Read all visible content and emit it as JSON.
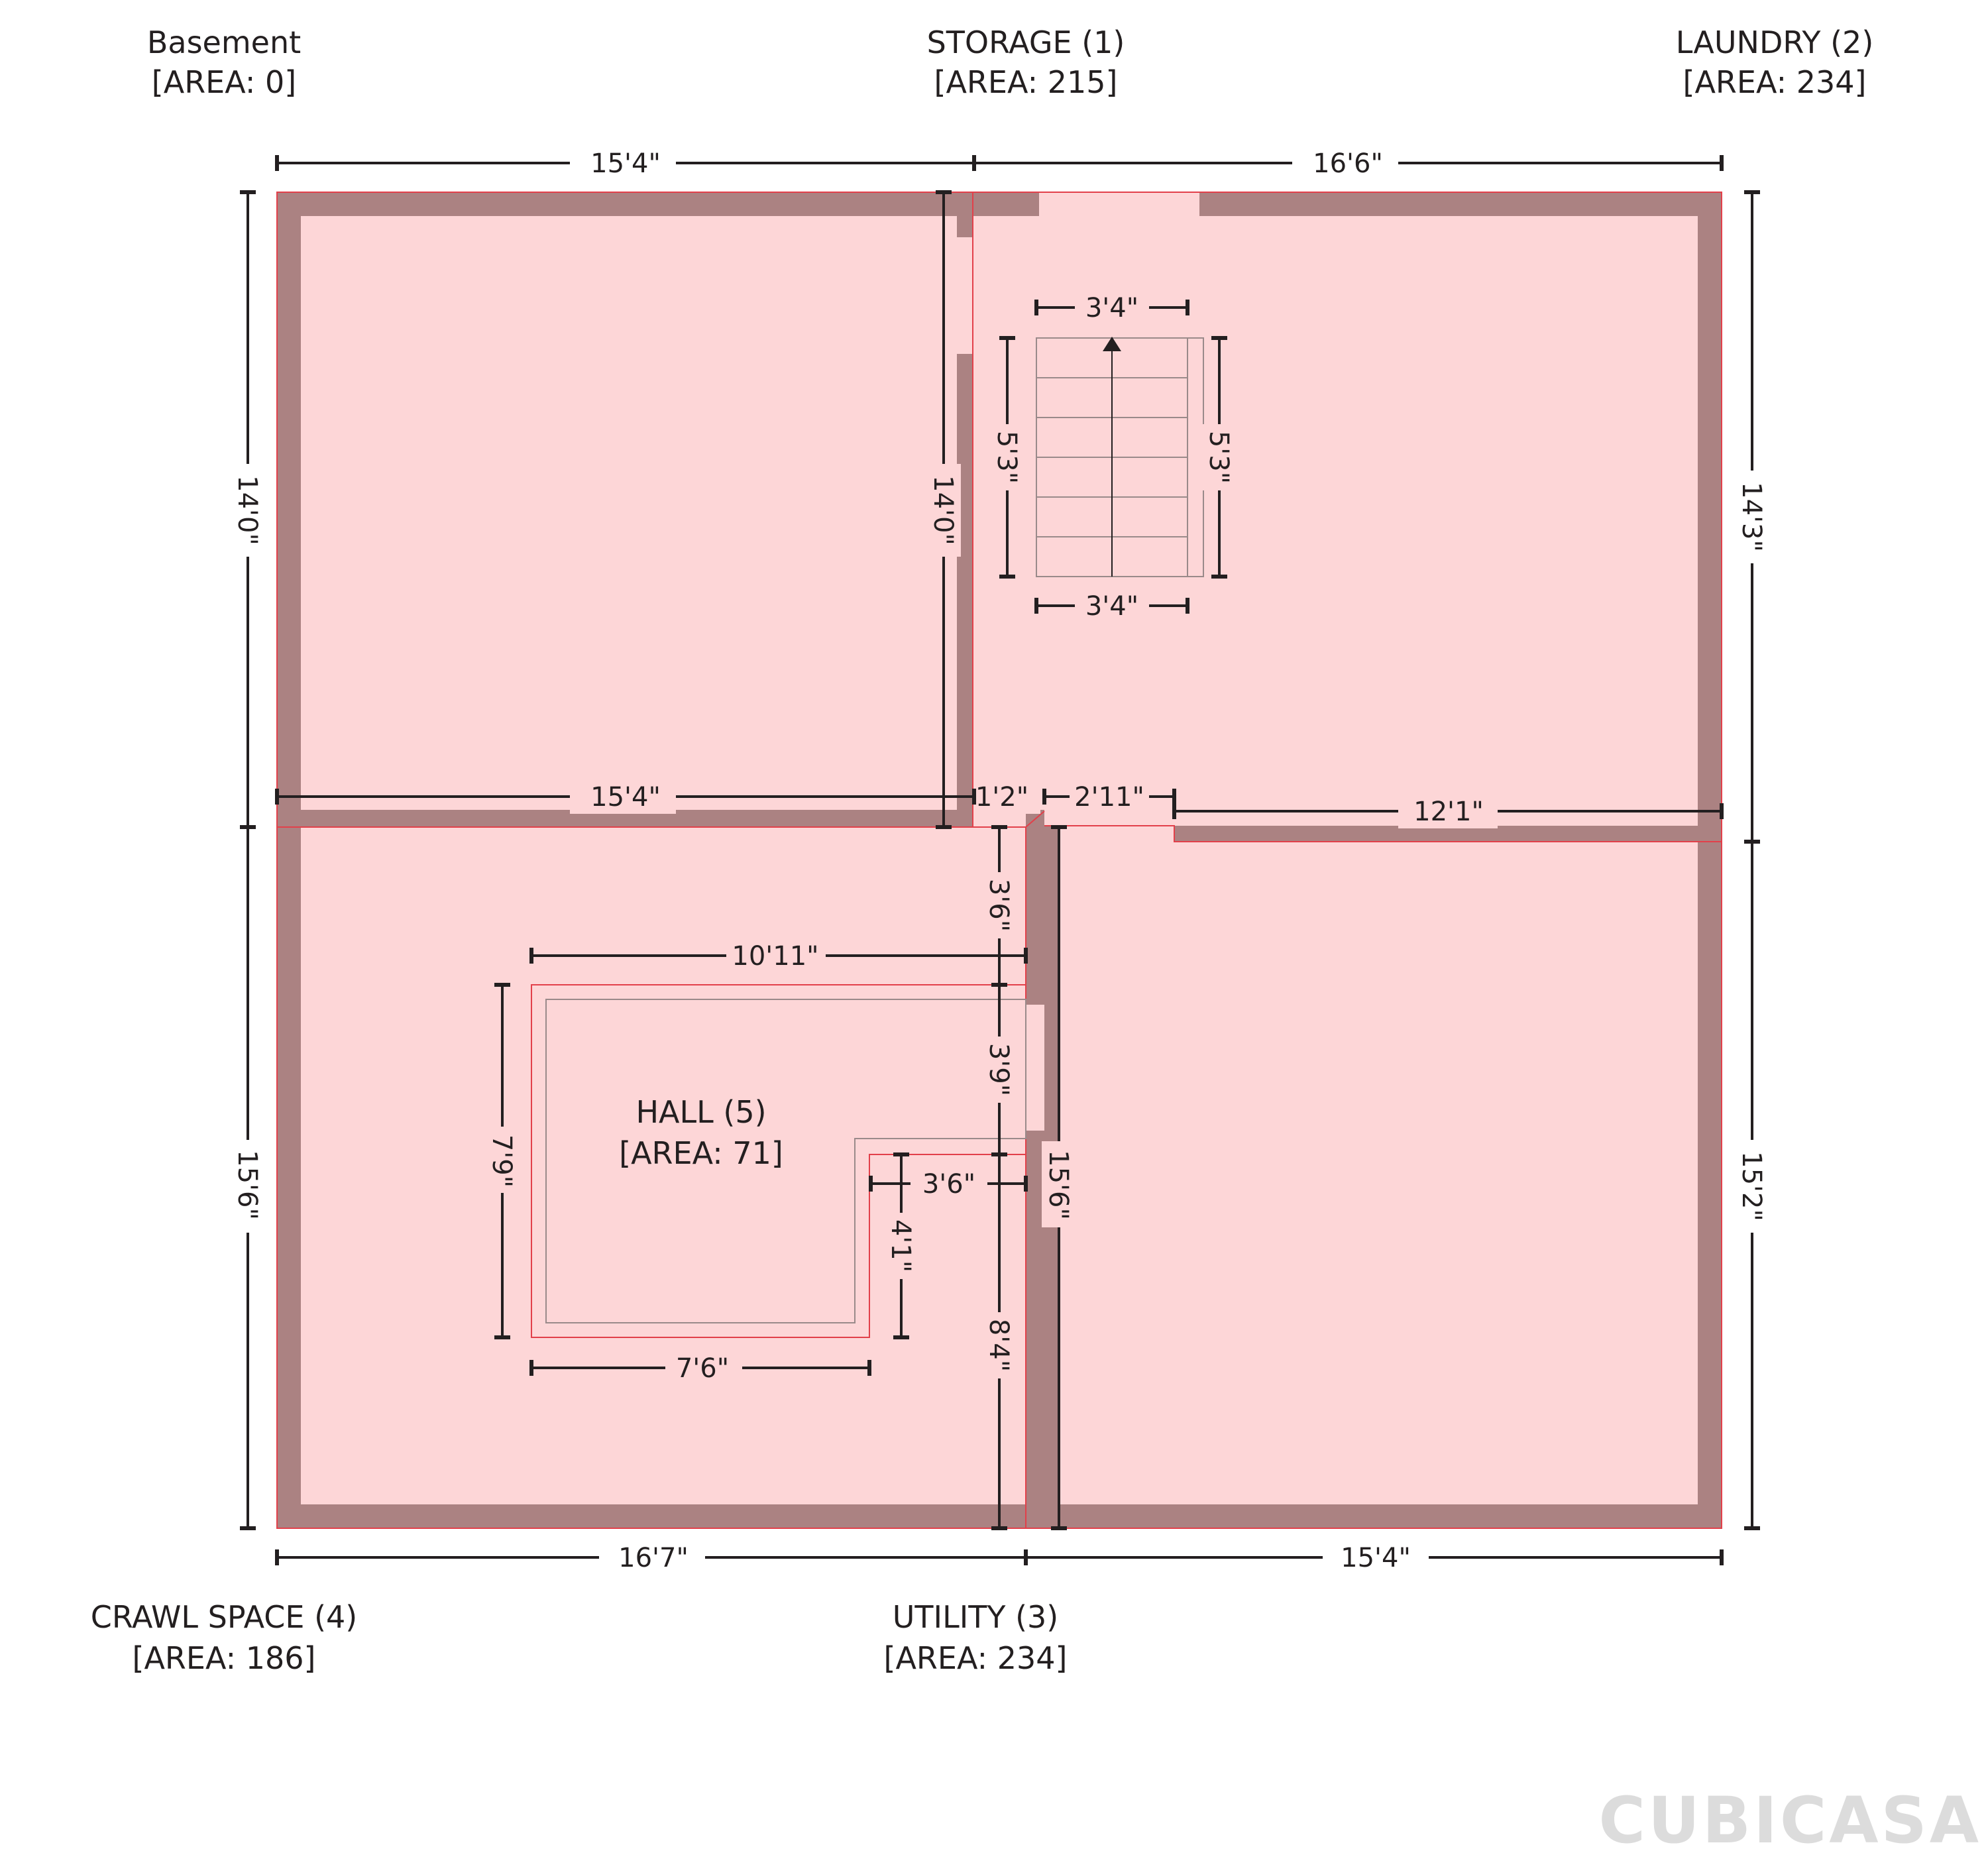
{
  "rooms": {
    "basement": {
      "name": "Basement",
      "area": "[AREA: 0]"
    },
    "storage": {
      "name": "STORAGE (1)",
      "area": "[AREA: 215]"
    },
    "laundry": {
      "name": "LAUNDRY (2)",
      "area": "[AREA: 234]"
    },
    "utility": {
      "name": "UTILITY (3)",
      "area": "[AREA: 234]"
    },
    "crawl_space": {
      "name": "CRAWL SPACE (4)",
      "area": "[AREA: 186]"
    },
    "hall": {
      "name": "HALL (5)",
      "area": "[AREA: 71]"
    }
  },
  "dimensions": {
    "top_left": "15'4\"",
    "top_right": "16'6\"",
    "left_upper": "14'0\"",
    "left_lower": "15'6\"",
    "right_upper": "14'3\"",
    "right_lower": "15'2\"",
    "bottom_left": "16'7\"",
    "bottom_right": "15'4\"",
    "inner_partition_vertical": "14'0\"",
    "inner_partition_horizontal": "15'4\"",
    "door_gap_a": "1'2\"",
    "door_gap_b": "2'11\"",
    "laundry_wall": "12'1\"",
    "stair_top": "3'4\"",
    "stair_bottom": "3'4\"",
    "stair_left": "5'3\"",
    "stair_right": "5'3\"",
    "utility_wall_upper": "3'6\"",
    "utility_door": "3'9\"",
    "utility_wall_lower": "8'4\"",
    "utility_inner_height": "15'6\"",
    "hall_top": "10'11\"",
    "hall_left": "7'9\"",
    "hall_bottom": "7'6\"",
    "hall_notch_width": "3'6\"",
    "hall_notch_height": "4'1\""
  },
  "brand": {
    "logo_text": "CUBICASA"
  },
  "colors": {
    "wall": "#ab8282",
    "floor": "#fdd6d7",
    "outline": "#e2404a",
    "ink": "#231f20"
  }
}
